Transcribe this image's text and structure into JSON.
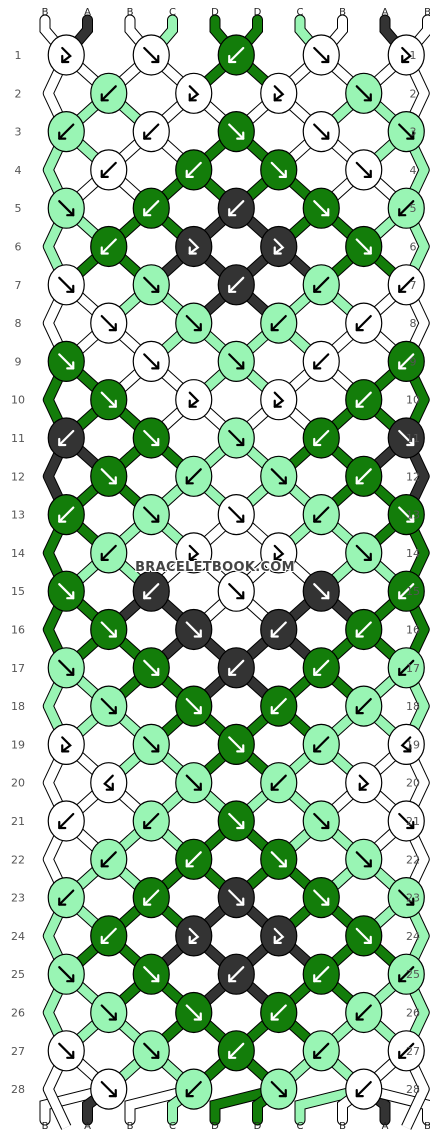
{
  "pattern": {
    "strings": [
      "B",
      "A",
      "B",
      "C",
      "D",
      "D",
      "C",
      "B",
      "A",
      "B"
    ],
    "colors": {
      "A": "#333333",
      "B": "#ffffff",
      "C": "#99f5b4",
      "D": "#137d0a"
    },
    "rows_start": 1,
    "rows_end": 28,
    "knots": [
      [
        "B",
        "B",
        "D",
        "B",
        "B"
      ],
      [
        "C",
        "B",
        "B",
        "C"
      ],
      [
        "C",
        "B",
        "D",
        "B",
        "C"
      ],
      [
        "B",
        "D",
        "D",
        "B"
      ],
      [
        "C",
        "D",
        "A",
        "D",
        "C"
      ],
      [
        "D",
        "A",
        "A",
        "D"
      ],
      [
        "B",
        "C",
        "A",
        "C",
        "B"
      ],
      [
        "B",
        "C",
        "C",
        "B"
      ],
      [
        "D",
        "B",
        "C",
        "B",
        "D"
      ],
      [
        "D",
        "B",
        "B",
        "D"
      ],
      [
        "A",
        "D",
        "C",
        "D",
        "A"
      ],
      [
        "D",
        "C",
        "C",
        "D"
      ],
      [
        "D",
        "C",
        "B",
        "C",
        "D"
      ],
      [
        "C",
        "B",
        "B",
        "C"
      ],
      [
        "D",
        "A",
        "B",
        "A",
        "D"
      ],
      [
        "D",
        "A",
        "A",
        "D"
      ],
      [
        "C",
        "D",
        "A",
        "D",
        "C"
      ],
      [
        "C",
        "D",
        "D",
        "C"
      ],
      [
        "B",
        "C",
        "D",
        "C",
        "B"
      ],
      [
        "B",
        "C",
        "C",
        "B"
      ],
      [
        "B",
        "C",
        "D",
        "C",
        "B"
      ],
      [
        "C",
        "D",
        "D",
        "C"
      ],
      [
        "C",
        "D",
        "A",
        "D",
        "C"
      ],
      [
        "D",
        "A",
        "A",
        "D"
      ],
      [
        "C",
        "D",
        "A",
        "D",
        "C"
      ],
      [
        "C",
        "D",
        "D",
        "C"
      ],
      [
        "B",
        "C",
        "D",
        "C",
        "B"
      ],
      [
        "B",
        "C",
        "C",
        "B"
      ]
    ],
    "arrows": [
      [
        "nb",
        "se",
        "sw",
        "se",
        "nb"
      ],
      [
        "sw",
        "nb",
        "nb",
        "se"
      ],
      [
        "sw",
        "sw",
        "se",
        "se",
        "se"
      ],
      [
        "sw",
        "sw",
        "se",
        "se"
      ],
      [
        "se",
        "sw",
        "sw",
        "se",
        "sw"
      ],
      [
        "sw",
        "nb",
        "nb",
        "se"
      ],
      [
        "se",
        "se",
        "sw",
        "sw",
        "sw"
      ],
      [
        "se",
        "se",
        "sw",
        "sw"
      ],
      [
        "se",
        "se",
        "se",
        "sw",
        "sw"
      ],
      [
        "se",
        "nb",
        "nb",
        "sw"
      ],
      [
        "sw",
        "se",
        "se",
        "sw",
        "se"
      ],
      [
        "se",
        "sw",
        "se",
        "sw"
      ],
      [
        "sw",
        "se",
        "se",
        "sw",
        "se"
      ],
      [
        "sw",
        "nb",
        "nb",
        "se"
      ],
      [
        "se",
        "sw",
        "se",
        "se",
        "sw"
      ],
      [
        "se",
        "se",
        "sw",
        "sw"
      ],
      [
        "se",
        "se",
        "sw",
        "sw",
        "sw"
      ],
      [
        "se",
        "se",
        "sw",
        "sw"
      ],
      [
        "nb",
        "se",
        "se",
        "sw",
        "nf"
      ],
      [
        "nf",
        "se",
        "sw",
        "nb"
      ],
      [
        "sw",
        "sw",
        "se",
        "se",
        "se"
      ],
      [
        "sw",
        "sw",
        "se",
        "se"
      ],
      [
        "sw",
        "sw",
        "se",
        "se",
        "se"
      ],
      [
        "sw",
        "nb",
        "nb",
        "se"
      ],
      [
        "se",
        "se",
        "sw",
        "sw",
        "sw"
      ],
      [
        "se",
        "se",
        "sw",
        "sw"
      ],
      [
        "se",
        "se",
        "sw",
        "sw",
        "sw"
      ],
      [
        "se",
        "sw",
        "se",
        "sw"
      ]
    ],
    "bottom_strings": [
      "B",
      "A",
      "B",
      "C",
      "D",
      "D",
      "C",
      "B",
      "A",
      "B"
    ]
  },
  "watermark": "BRACELETBOOK.COM"
}
